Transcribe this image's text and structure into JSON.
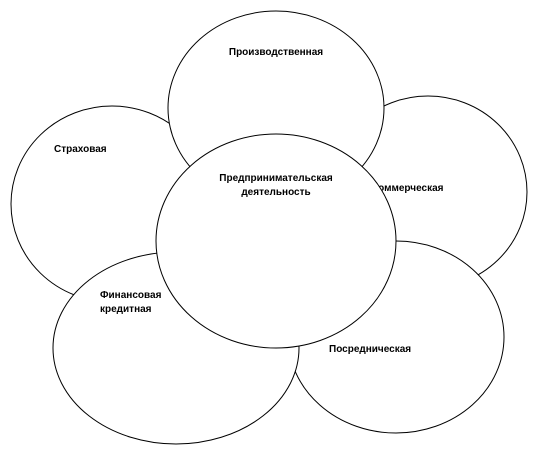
{
  "diagram": {
    "center": {
      "line1": "Предпринимательская",
      "line2": "деятельность"
    },
    "petals": {
      "production": "Производственная",
      "commercial": "Коммерческая",
      "intermediary": "Посредническая",
      "financial_line1": "Финансовая",
      "financial_line2": "кредитная",
      "insurance": "Страховая"
    }
  },
  "colors": {
    "stroke": "#000000",
    "fill": "#ffffff"
  }
}
